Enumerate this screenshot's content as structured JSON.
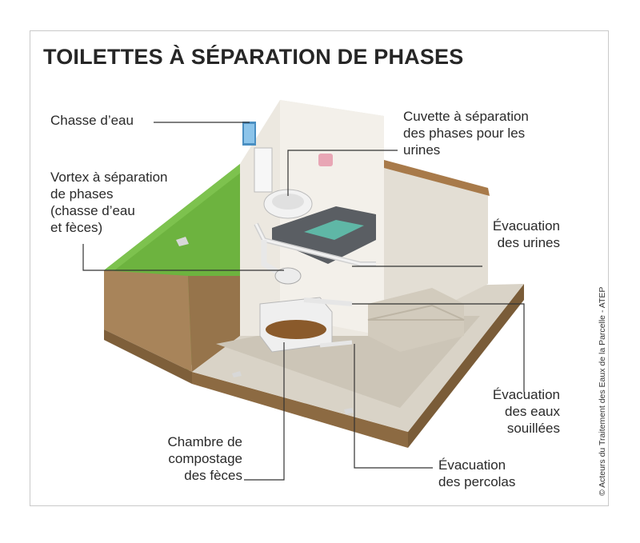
{
  "title": "TOILETTES À SÉPARATION DE PHASES",
  "labels": {
    "chasse_eau": "Chasse d’eau",
    "vortex_1": "Vortex à séparation",
    "vortex_2": "de phases",
    "vortex_3": "(chasse d’eau",
    "vortex_4": "et fèces)",
    "cuvette_1": "Cuvette à séparation",
    "cuvette_2": "des phases pour les",
    "cuvette_3": "urines",
    "evac_urines_1": "Évacuation",
    "evac_urines_2": "des urines",
    "evac_eaux_1": "Évacuation",
    "evac_eaux_2": "des eaux",
    "evac_eaux_3": "souillées",
    "chambre_1": "Chambre de",
    "chambre_2": "compostage",
    "chambre_3": "des fèces",
    "evac_percolas_1": "Évacuation",
    "evac_percolas_2": "des percolas"
  },
  "credit": "© Acteurs du Traitement des Eaux de la Parcelle - ATEP",
  "colors": {
    "grass": "#6db33f",
    "soil": "#a8845a",
    "soil_dark": "#8c6a42",
    "wall": "#e8e4dc",
    "floor": "#d9d3c7",
    "leader": "#333333",
    "compost": "#8a5a2b",
    "water": "#5fb7a6"
  }
}
